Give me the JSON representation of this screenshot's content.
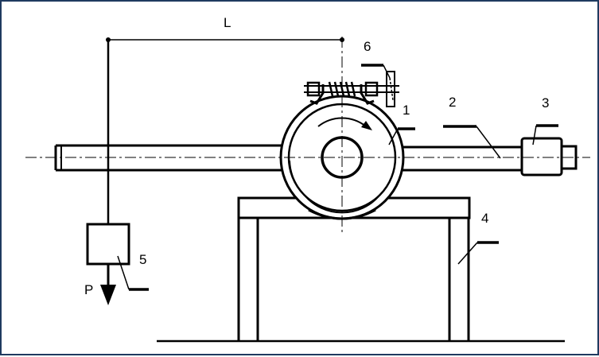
{
  "diagram": {
    "dimension_label": "L",
    "force_label": "P",
    "part_labels": {
      "p1": "1",
      "p2": "2",
      "p3": "3",
      "p4": "4",
      "p5": "5",
      "p6": "6"
    }
  },
  "colors": {
    "frame_border": "#1f3a5f",
    "stroke": "#000000",
    "background": "#ffffff"
  }
}
